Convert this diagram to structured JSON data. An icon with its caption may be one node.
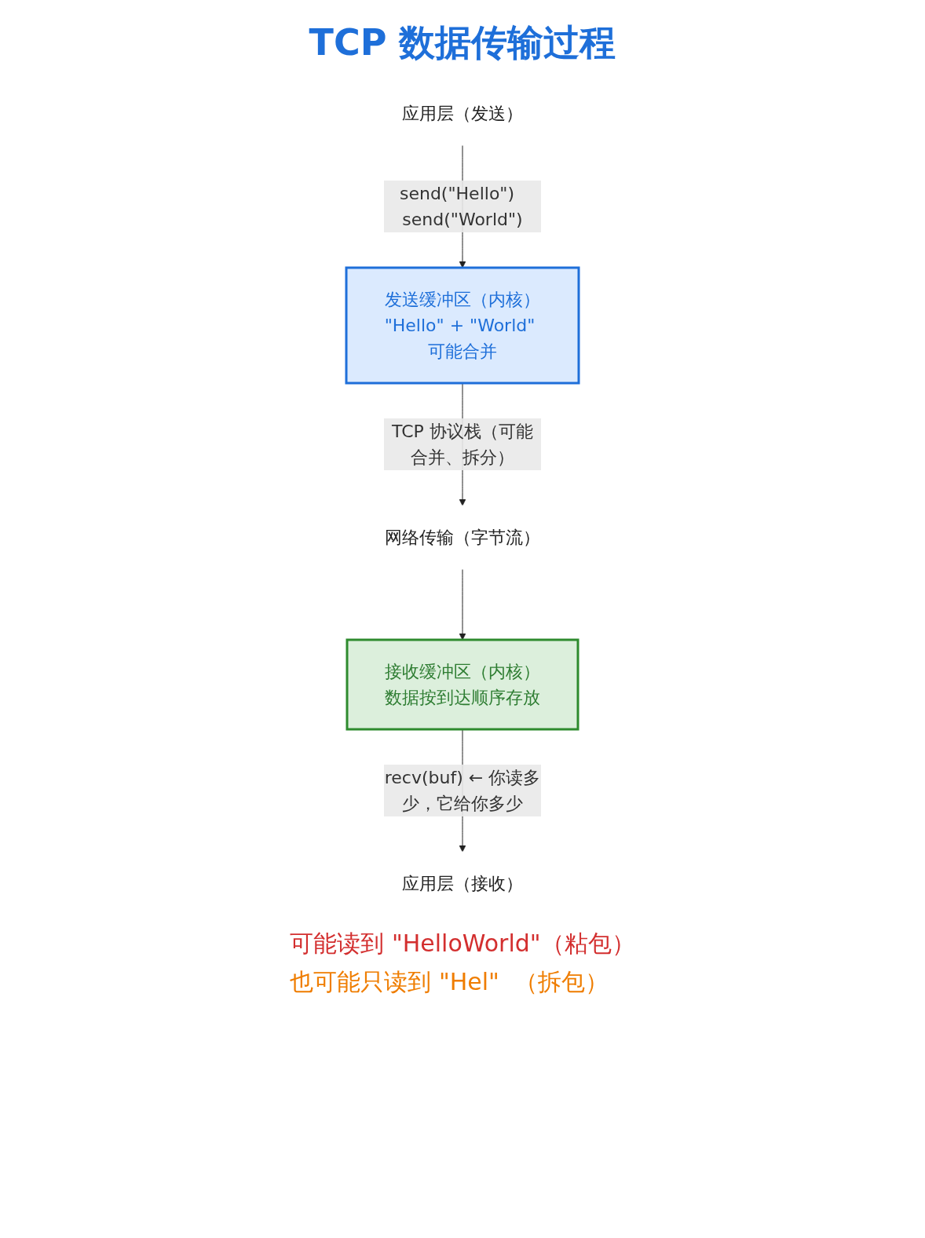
{
  "diagram": {
    "title": "TCP 数据传输过程",
    "nodes": [
      {
        "text": [
          "应用层（发送）"
        ]
      },
      {
        "text": [
          "发送缓冲区（内核）",
          "\"Hello\" + \"World\" 可能合并"
        ]
      },
      {
        "text": [
          "网络传输（字节流）"
        ]
      },
      {
        "text": [
          "接收缓冲区（内核）",
          "数据按到达顺序存放"
        ]
      },
      {
        "text": [
          "应用层（接收）"
        ]
      }
    ],
    "edges": [
      {
        "from": 0,
        "to": 1,
        "arrow": "to",
        "label": "send(\"Hello\")  send(\"World\")"
      },
      {
        "from": 1,
        "to": 2,
        "arrow": "to",
        "label": "TCP 协议栈（可能合并、拆分）"
      },
      {
        "from": 2,
        "to": 3,
        "arrow": "to"
      },
      {
        "from": 3,
        "to": 4,
        "arrow": "to",
        "label": "recv(buf) ← 你读多少，它给你多少"
      }
    ],
    "labels": [
      "可能读到 \"HelloWorld\"（粘包）",
      "也可能只读到 \"Hel\"  （拆包）"
    ]
  }
}
